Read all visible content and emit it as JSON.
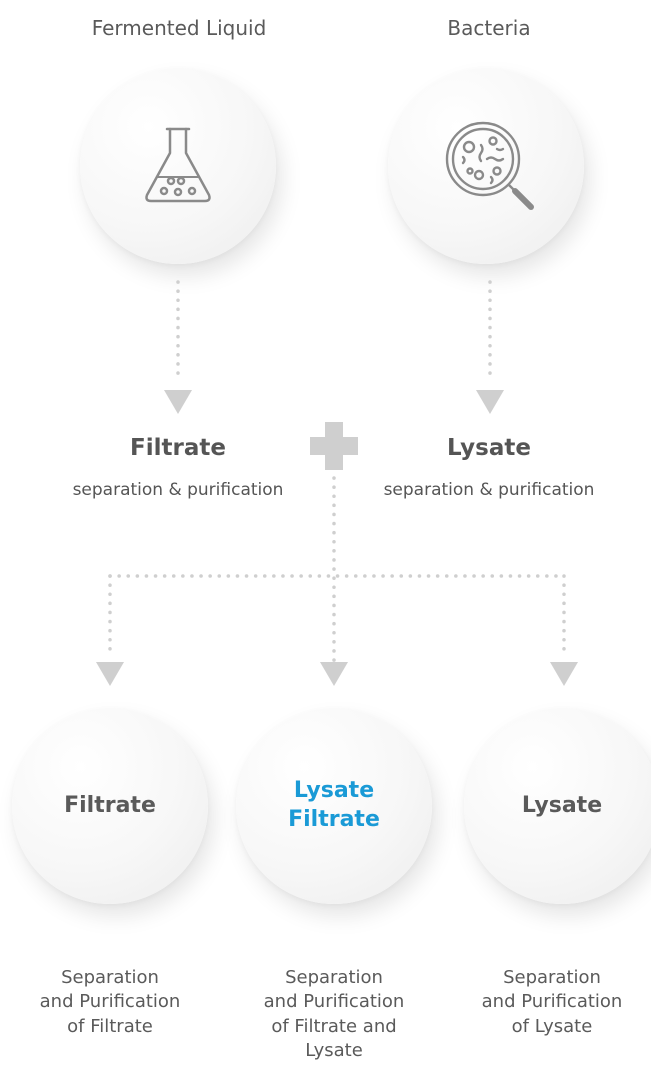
{
  "sources": {
    "left_label": "Fermented Liquid",
    "right_label": "Bacteria",
    "left_icon": "flask-icon",
    "right_icon": "magnifier-bacteria-icon"
  },
  "middle": {
    "left_title": "Filtrate",
    "left_sub": "separation & purification",
    "right_title": "Lysate",
    "right_sub": "separation & purification",
    "join_icon": "plus-icon"
  },
  "outputs": [
    {
      "bubble_line1": "Filtrate",
      "bubble_line2": "",
      "desc_line1": "Separation",
      "desc_line2": "and Purification",
      "desc_line3": "of Filtrate",
      "desc_line4": ""
    },
    {
      "bubble_line1": "Lysate",
      "bubble_line2": "Filtrate",
      "desc_line1": "Separation",
      "desc_line2": "and Purification",
      "desc_line3": "of Filtrate and",
      "desc_line4": "Lysate"
    },
    {
      "bubble_line1": "Lysate",
      "bubble_line2": "",
      "desc_line1": "Separation",
      "desc_line2": "and Purification",
      "desc_line3": "of Lysate",
      "desc_line4": ""
    }
  ],
  "colors": {
    "connector": "#cfcfcf",
    "highlight": "#1a9ad6",
    "text": "#5a5a5a"
  }
}
